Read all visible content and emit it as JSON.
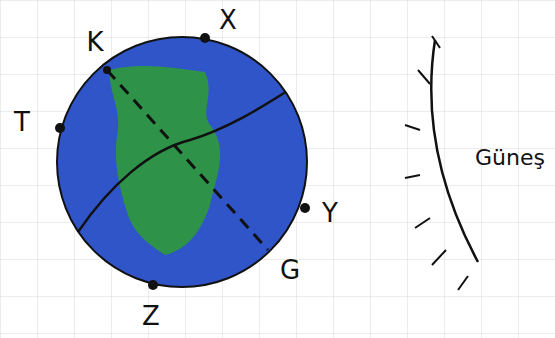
{
  "diagram": {
    "labels": [
      "K",
      "X",
      "T",
      "Y",
      "Z",
      "G",
      "Güneş"
    ]
  }
}
